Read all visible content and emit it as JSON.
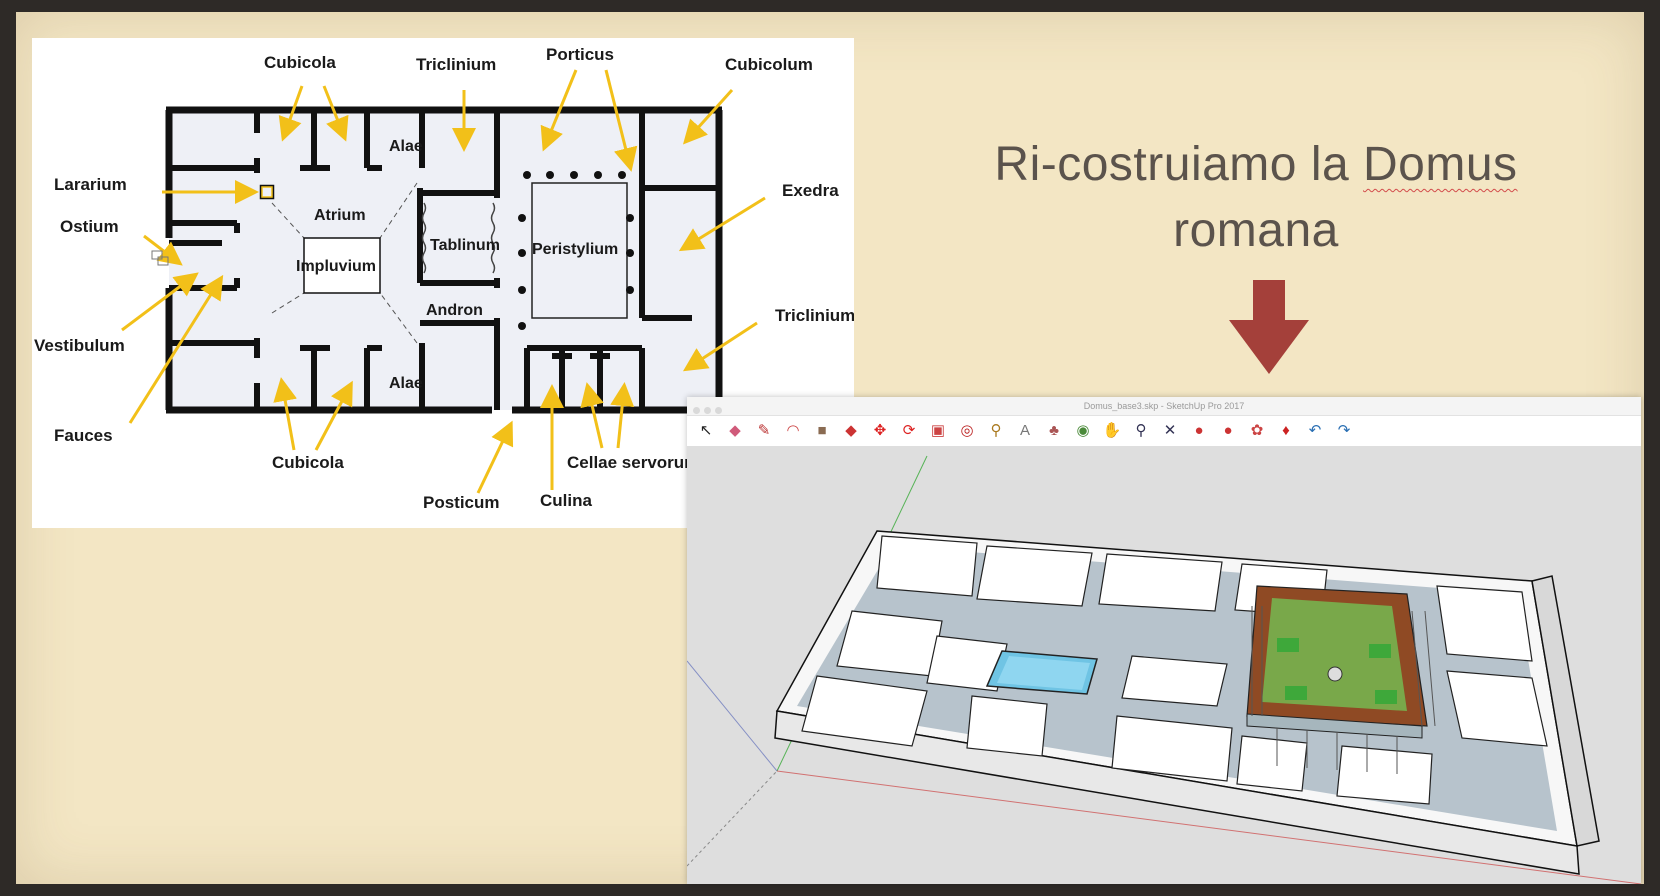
{
  "slide": {
    "title_line1_a": "Ri-costruiamo la ",
    "title_line1_b": "Domus",
    "title_line2": "romana"
  },
  "plan": {
    "labels": {
      "cubicola_top": "Cubicola",
      "triclinium_top": "Triclinium",
      "porticus": "Porticus",
      "cubicolum": "Cubicolum",
      "lararium": "Lararium",
      "ostium": "Ostium",
      "vestibulum": "Vestibulum",
      "fauces": "Fauces",
      "atrium": "Atrium",
      "impluvium": "Impluvium",
      "alae_top": "Alae",
      "alae_bottom": "Alae",
      "tablinum": "Tablinum",
      "peristylium": "Peristylium",
      "andron": "Andron",
      "exedra": "Exedra",
      "triclinium_right": "Triclinium",
      "cubicola_bottom": "Cubicola",
      "posticum": "Posticum",
      "culina": "Culina",
      "cellae": "Cellae servorum"
    }
  },
  "sketchup": {
    "window_title": "Domus_base3.skp - SketchUp Pro 2017",
    "tools": [
      {
        "name": "select-tool-icon",
        "glyph": "↖",
        "color": "#222"
      },
      {
        "name": "eraser-tool-icon",
        "glyph": "◆",
        "color": "#d05a7a"
      },
      {
        "name": "pencil-tool-icon",
        "glyph": "✎",
        "color": "#b33"
      },
      {
        "name": "arc-tool-icon",
        "glyph": "◠",
        "color": "#c44"
      },
      {
        "name": "shape-tool-icon",
        "glyph": "■",
        "color": "#8a6b52"
      },
      {
        "name": "pushpull-tool-icon",
        "glyph": "◆",
        "color": "#c33"
      },
      {
        "name": "move-tool-icon",
        "glyph": "✥",
        "color": "#d22"
      },
      {
        "name": "rotate-tool-icon",
        "glyph": "⟳",
        "color": "#d22"
      },
      {
        "name": "scale-tool-icon",
        "glyph": "▣",
        "color": "#c44"
      },
      {
        "name": "offset-tool-icon",
        "glyph": "◎",
        "color": "#b22"
      },
      {
        "name": "tape-tool-icon",
        "glyph": "⚲",
        "color": "#aa7a20"
      },
      {
        "name": "text-tool-icon",
        "glyph": "A",
        "color": "#777"
      },
      {
        "name": "paint-tool-icon",
        "glyph": "♣",
        "color": "#a55"
      },
      {
        "name": "orbit-tool-icon",
        "glyph": "◉",
        "color": "#4a8a3a"
      },
      {
        "name": "pan-tool-icon",
        "glyph": "✋",
        "color": "#d09a3a"
      },
      {
        "name": "zoom-tool-icon",
        "glyph": "⚲",
        "color": "#335"
      },
      {
        "name": "zoom-extents-icon",
        "glyph": "✕",
        "color": "#335"
      },
      {
        "name": "warehouse-icon",
        "glyph": "●",
        "color": "#c33"
      },
      {
        "name": "components-icon",
        "glyph": "●",
        "color": "#c33"
      },
      {
        "name": "extension-icon",
        "glyph": "✿",
        "color": "#c44"
      },
      {
        "name": "ruby-icon",
        "glyph": "♦",
        "color": "#c22"
      },
      {
        "name": "undo-icon",
        "glyph": "↶",
        "color": "#2a6fb3"
      },
      {
        "name": "redo-icon",
        "glyph": "↷",
        "color": "#2a6fb3"
      }
    ]
  }
}
